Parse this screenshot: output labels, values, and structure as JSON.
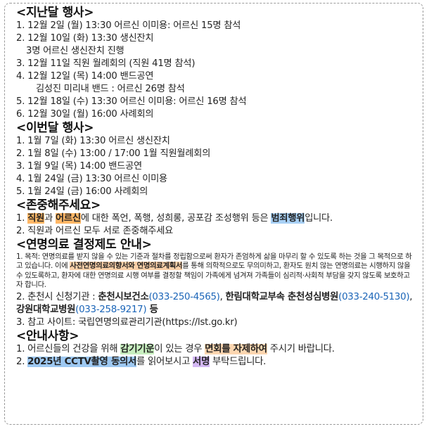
{
  "last_month": {
    "heading": "<지난달 행사>",
    "items": [
      "1. 12월 2일 (월) 13:30 어르신 이미용: 어르신 15명 참석",
      "2. 12월 10일 (화) 13:30 생신잔치",
      "3명 어르신 생신잔치 진행",
      "3. 12월 11일 직원 월례회의 (직원 41명 참석)",
      "4. 12월 12일 (목) 14:00 밴드공연",
      "김성진 미리내 밴드 : 어르신 26명 참석",
      "5. 12월 18일 (수) 13:30 어르신 이미용: 어르신 16명 참석",
      "6. 12월 30일 (월) 16:00 사례회의"
    ]
  },
  "this_month": {
    "heading": "<이번달 행사>",
    "items": [
      "1. 1월 7일 (화) 13:30 어르신 생신잔치",
      "2. 1월 8일 (수) 13:00 / 17:00 1월 직원월례회의",
      "3. 1월 9일 (목) 14:00 밴드공연",
      "4. 1월 24일 (금) 13:30 어르신 이미용",
      "5. 1월 24일 (금) 16:00 사례회의"
    ]
  },
  "respect": {
    "heading": "<존중해주세요>",
    "line1": {
      "prefix": "1. ",
      "hl1": "직원",
      "mid1": "과 ",
      "hl2": "어르신",
      "mid2": "에 대한 폭언, 폭행, 성희롱, 공포감 조성행위 등은 ",
      "hl3": "범죄행위",
      "suffix": "입니다."
    },
    "line2": "2. 직원과 어르신 모두 서로 존중해주세요"
  },
  "life_care": {
    "heading": "<연명의료 결정제도 안내>",
    "p1_a": "1. 목적: 연명의료를 받지 않을 수 있는 기준과 절차를 정립함으로써 환자가 존엄하게 삶을 마무리 할 수 있도록 하는 것을 그 목적으로 하고 있습니다. 이에 ",
    "p1_hl": "사전연명의료의향서와 연명의료계획서",
    "p1_b": "를 통해 의학적으로도 무의미하고, 환자도 원치 않는 연명의료는 시행하지 않을 수 있도록하고, 환자에 대한 연명의료 시행 여부를 결정할 책임이 가족에게 넘겨져 가족들이 심리적·사회적 부담을 갖지 않도록 보호하고자 합니다.",
    "p2_a": "2. 춘천시 신청기관 : ",
    "p2_org1": "춘천시보건소",
    "p2_tel1": "(033-250-4565)",
    "p2_c1": ", ",
    "p2_org2": "한림대학교부속 춘천성심병원",
    "p2_tel2": "(033-240-5130)",
    "p2_c2": ", ",
    "p2_org3": "강원대학교병원",
    "p2_tel3": "(033-258-9217)",
    "p2_end": " 등",
    "p3": "3. 참고 사이트: 국립연명의료관리기관(https://lst.go.kr)"
  },
  "notice": {
    "heading": "<안내사항>",
    "line1": {
      "prefix": "1. 어르신들의 건강을 위해 ",
      "hl1": "감기기운",
      "mid": "이 있는 경우 ",
      "hl2": "면회를 자제하여",
      "suffix": " 주시기 바랍니다."
    },
    "line2": {
      "prefix": "2. ",
      "hl1": "2025년 CCTV촬영 동의서",
      "mid": "를 읽어보시고 ",
      "hl2": "서명",
      "suffix": " 부탁드립니다."
    }
  },
  "colors": {
    "highlight_blue": "#a8d0f5",
    "highlight_orange": "#ffb766",
    "highlight_green": "#c8efc0",
    "highlight_purple": "#d4b8f4",
    "phone_blue": "#1b65b8"
  }
}
